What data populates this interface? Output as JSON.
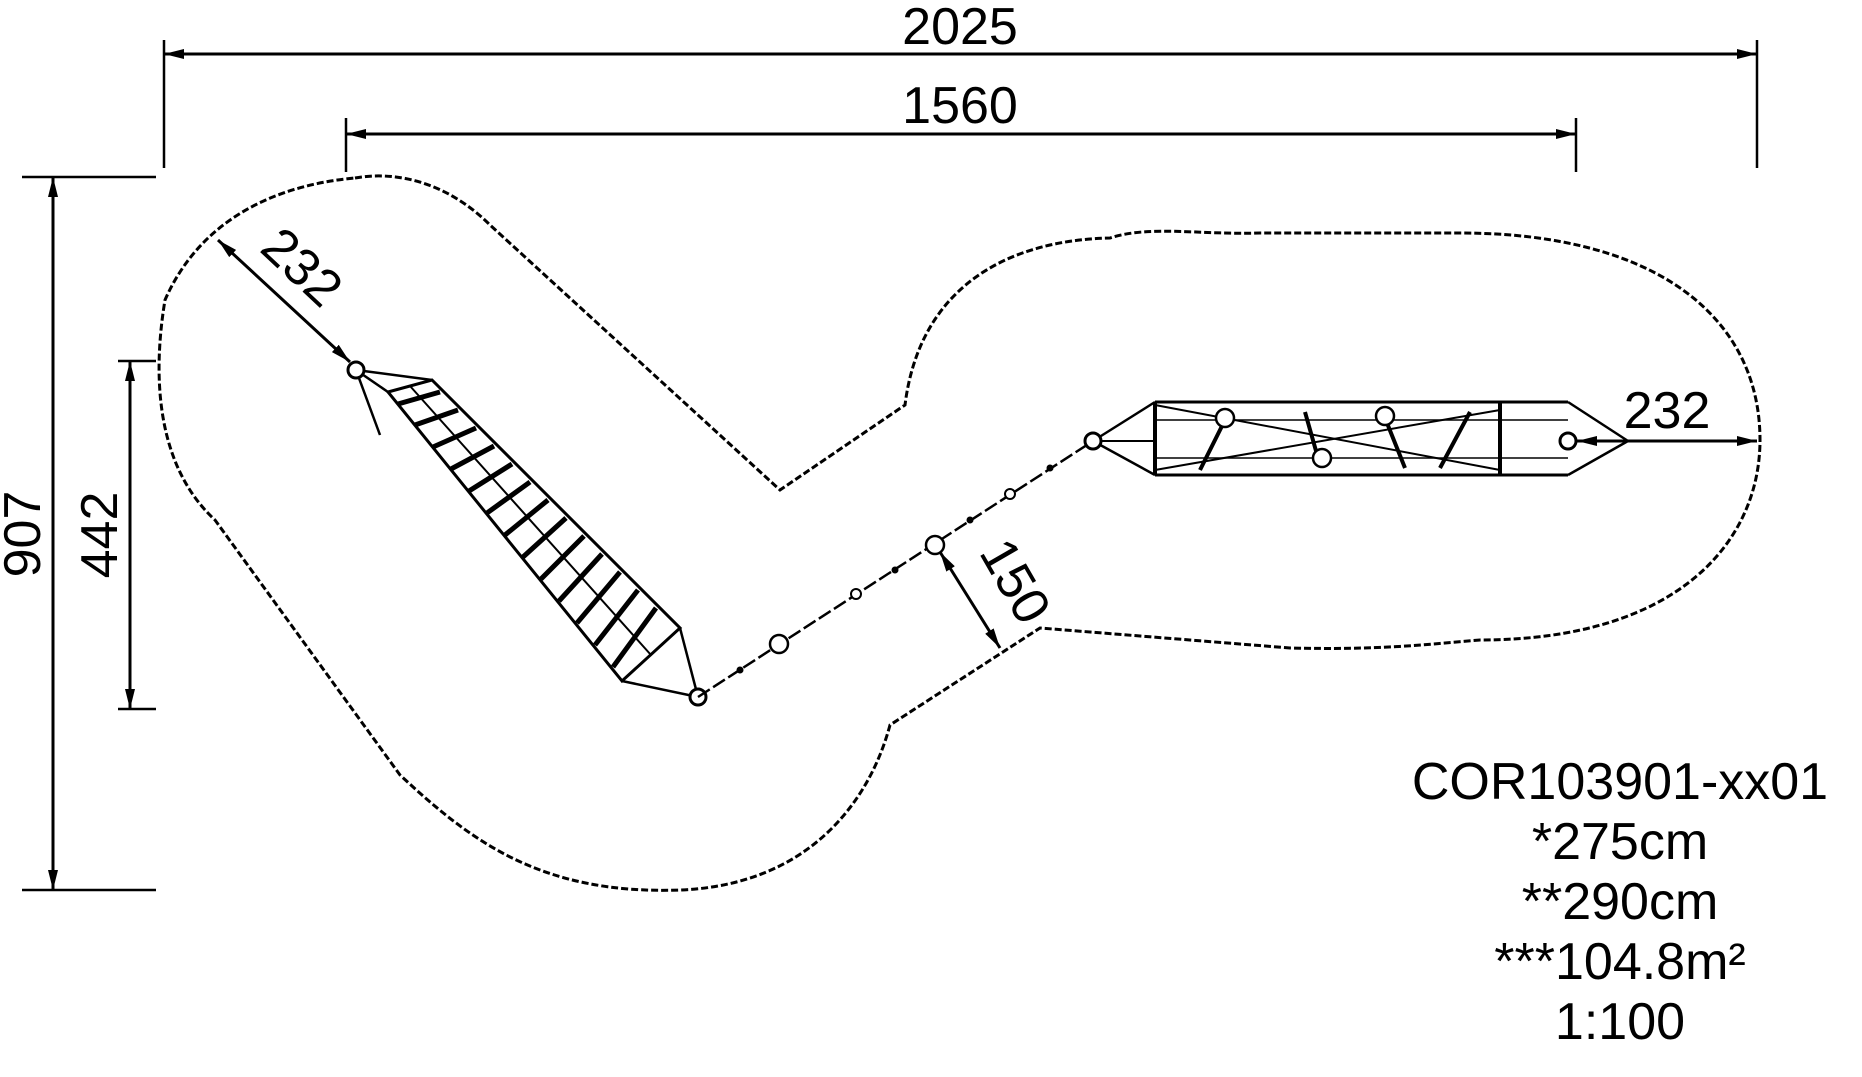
{
  "dimensions": {
    "overall_length": "2025",
    "inner_length": "1560",
    "overall_width": "907",
    "inner_width": "442",
    "clearance_left": "232",
    "clearance_right": "232",
    "clearance_mid": "150"
  },
  "info": {
    "product_code": "COR103901-xx01",
    "height_1": "*275cm",
    "height_2": "**290cm",
    "area": "***104.8m²",
    "scale": "1:100"
  },
  "colors": {
    "line": "#000000",
    "background": "#ffffff"
  }
}
